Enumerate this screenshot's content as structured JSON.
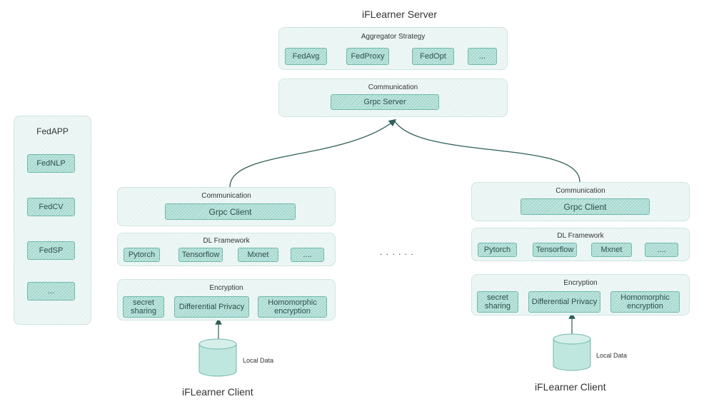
{
  "server": {
    "title": "iFLearner Server",
    "aggregator": {
      "title": "Aggregator Strategy",
      "items": [
        "FedAvg",
        "FedProxy",
        "FedOpt",
        "..."
      ]
    },
    "communication": {
      "title": "Communication",
      "item": "Grpc Server"
    }
  },
  "fedapp": {
    "title": "FedAPP",
    "items": [
      "FedNLP",
      "FedCV",
      "FedSP",
      "..."
    ]
  },
  "ellipsis": ". . . . . .",
  "clients": [
    {
      "title": "iFLearner Client",
      "communication": {
        "title": "Communication",
        "item": "Grpc Client"
      },
      "framework": {
        "title": "DL Framework",
        "items": [
          "Pytorch",
          "Tensorflow",
          "Mxnet",
          "...."
        ]
      },
      "encryption": {
        "title": "Encryption",
        "items": [
          "secret\nsharing",
          "Differential Privacy",
          "Homomorphic\nencryption"
        ]
      },
      "local_data": "Local Data"
    },
    {
      "title": "iFLearner Client",
      "communication": {
        "title": "Communication",
        "item": "Grpc Client"
      },
      "framework": {
        "title": "DL Framework",
        "items": [
          "Pytorch",
          "Tensorflow",
          "Mxnet",
          "...."
        ]
      },
      "encryption": {
        "title": "Encryption",
        "items": [
          "secret\nsharing",
          "Differential Privacy",
          "Homomorphic\nencryption"
        ]
      },
      "local_data": "Local Data"
    }
  ],
  "colors": {
    "chip_fill": "#bfe6df",
    "chip_border": "#6fb9ad",
    "panel_fill": "#eef7f6",
    "line": "#2e5f58"
  }
}
